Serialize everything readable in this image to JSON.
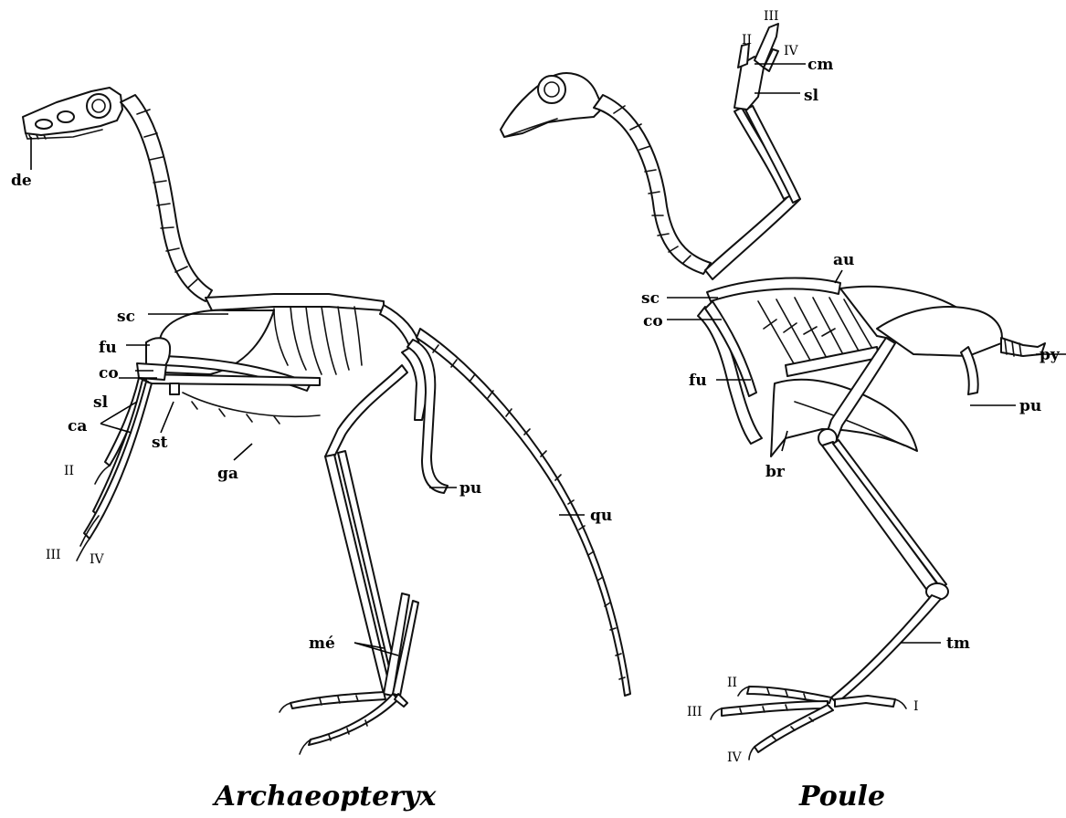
{
  "archaeopteryx": {
    "caption": "Archaeopteryx",
    "labels": {
      "de": "de",
      "sc": "sc",
      "fu": "fu",
      "co": "co",
      "sl": "sl",
      "ca": "ca",
      "st": "st",
      "ga": "ga",
      "pu": "pu",
      "qu": "qu",
      "me": "mé",
      "d2": "II",
      "d3": "III",
      "d4": "IV"
    }
  },
  "poule": {
    "caption": "Poule",
    "labels": {
      "cm": "cm",
      "sl": "sl",
      "au": "au",
      "sc": "sc",
      "co": "co",
      "fu": "fu",
      "py": "py",
      "pu": "pu",
      "br": "br",
      "tm": "tm",
      "w2": "II",
      "w3": "III",
      "w4": "IV",
      "f1": "I",
      "f2": "II",
      "f3": "III",
      "f4": "IV"
    }
  }
}
